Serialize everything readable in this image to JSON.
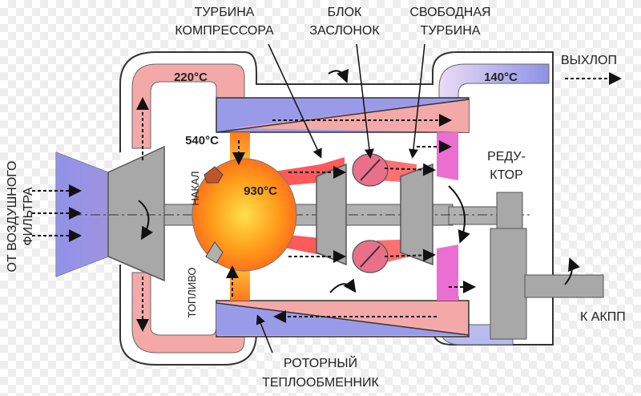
{
  "labels": {
    "compressor_turbine_line1": "ТУРБИНА",
    "compressor_turbine_line2": "КОМПРЕССОРА",
    "valve_block_line1": "БЛОК",
    "valve_block_line2": "ЗАСЛОНОК",
    "free_turbine_line1": "СВОБОДНАЯ",
    "free_turbine_line2": "ТУРБИНА",
    "exhaust": "ВЫХЛОП",
    "air_filter_line1": "ОТ ВОЗДУШНОГО",
    "air_filter_line2": "ФИЛЬТРА",
    "glow": "НАКАЛ",
    "fuel": "ТОПЛИВО",
    "reducer_line1": "РЕДУ-",
    "reducer_line2": "КТОР",
    "to_gearbox": "К АКПП",
    "regenerator_line1": "РОТОРНЫЙ",
    "regenerator_line2": "ТЕПЛООБМЕННИК"
  },
  "temperatures": {
    "inlet_duct": "220°C",
    "exhaust_duct": "140°C",
    "combustor_outlet": "540°C",
    "combustor": "930°C"
  },
  "colors": {
    "cool_air": "#f4a9a9",
    "exhaust_gas": "#9a9be8",
    "hot_gas": "#ff4a4a",
    "combustor": "#ff8a1a",
    "power_gas": "#ea6fd0",
    "metal": "#a8a8a8"
  },
  "icons": [
    "rotation-arrow-icon",
    "flow-arrow-icon",
    "glow-plug-icon",
    "fuel-nozzle-icon",
    "valve-icon"
  ]
}
